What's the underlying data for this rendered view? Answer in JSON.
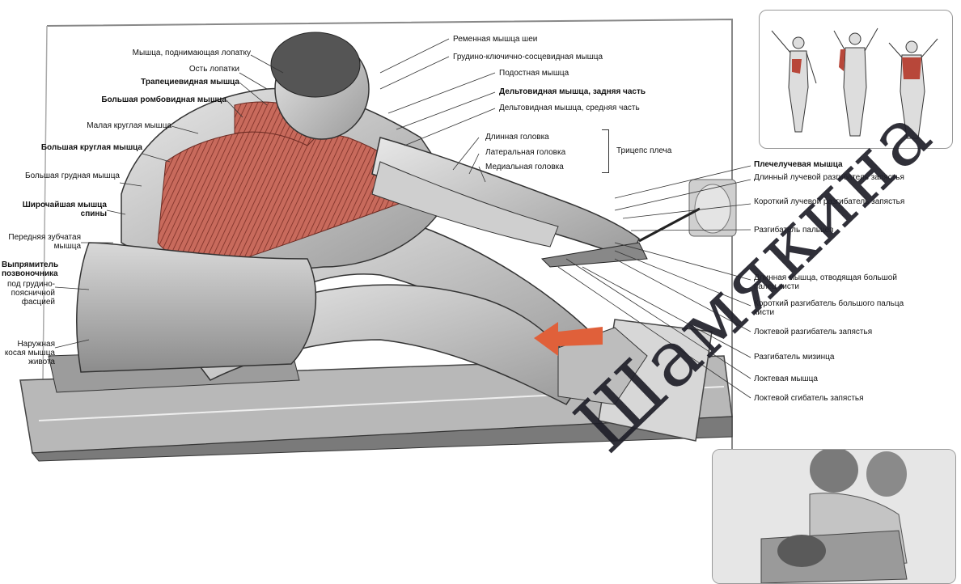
{
  "left_labels": [
    "Мышца, поднимающая лопатку",
    "Ость лопатки",
    "Трапециевидная мышца",
    "Большая ромбовидная мышца",
    "Малая круглая мышца",
    "Большая круглая мышца",
    "Большая грудная мышца",
    "Широчайшая мышца спины",
    "Передняя зубчатая мышца",
    "Выпрямитель позвоночника",
    "под грудино-поясничной фасцией",
    "Наружная косая мышца живота"
  ],
  "top_labels": [
    "Ременная мышца шеи",
    "Грудино-ключично-сосцевидная мышца",
    "Подостная мышца",
    "Дельтовидная мышца, задняя часть",
    "Дельтовидная мышца, средняя часть"
  ],
  "triceps": {
    "heads": [
      "Длинная головка",
      "Латеральная головка",
      "Медиальная головка"
    ],
    "group": "Трицепс плеча"
  },
  "right_labels": [
    "Плечелучевая мышца",
    "Длинный лучевой разгибатель запястья",
    "Короткий лучевой разгибатель запястья",
    "Разгибатель пальцев",
    "Длинная мышца, отводящая большой палец кисти",
    "Короткий разгибатель большого пальца кисти",
    "Локтевой разгибатель запястья",
    "Разгибатель мизинца",
    "Локтевая мышца",
    "Локтевой сгибатель запястья"
  ],
  "watermark": "Шамякина",
  "colors": {
    "muscle_highlight": "#b8473a",
    "arrow": "#e0603a",
    "line": "#333333"
  }
}
